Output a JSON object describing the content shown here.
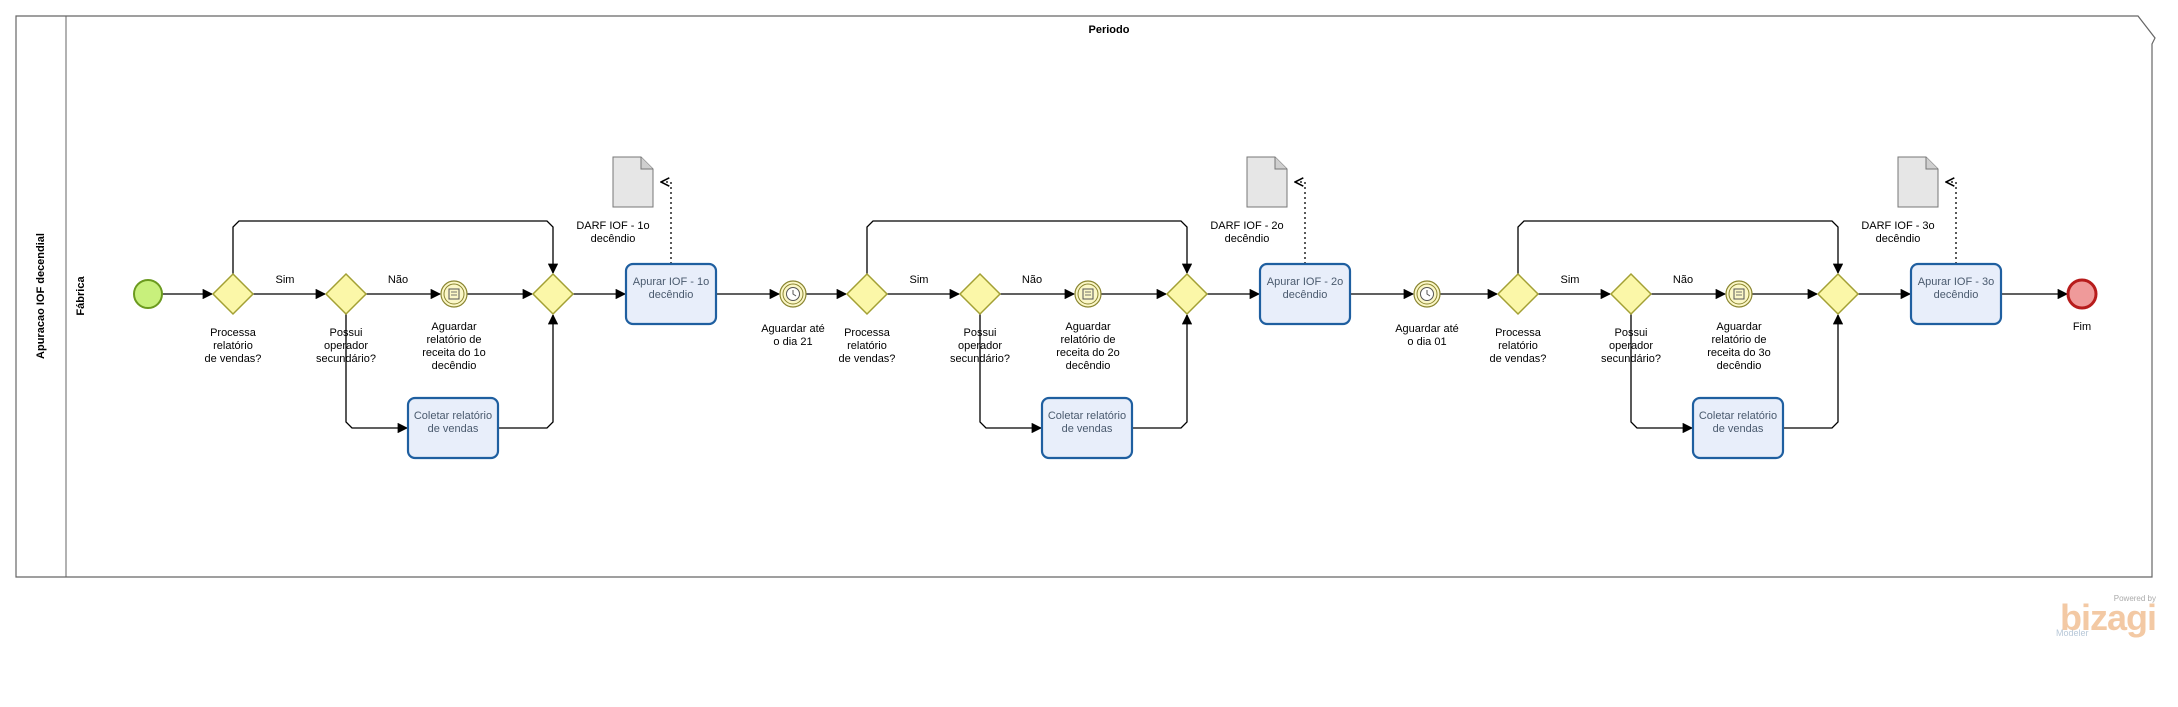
{
  "pool": {
    "name": "Apuracao IOF decendial"
  },
  "lane": {
    "name": "Fábrica"
  },
  "phase": {
    "name": "Periodo"
  },
  "segments": [
    {
      "decision_label": "Processa relatório de vendas?",
      "secondary_label": "Possui operador secundário?",
      "yes_label": "Sim",
      "no_label": "Não",
      "wait_event_label": "Aguardar relatório de receita do 1o decêndio",
      "collect_task_label": "Coletar relatório de vendas",
      "apurar_task_label": "Apurar IOF - 1o decêndio",
      "artifact_label": "DARF IOF - 1o decêndio"
    },
    {
      "decision_label": "Processa relatório de vendas?",
      "secondary_label": "Possui operador secundário?",
      "yes_label": "Sim",
      "no_label": "Não",
      "wait_event_label": "Aguardar relatório de receita do 2o decêndio",
      "collect_task_label": "Coletar relatório de vendas",
      "apurar_task_label": "Apurar IOF - 2o decêndio",
      "artifact_label": "DARF IOF - 2o decêndio"
    },
    {
      "decision_label": "Processa relatório de vendas?",
      "secondary_label": "Possui operador secundário?",
      "yes_label": "Sim",
      "no_label": "Não",
      "wait_event_label": "Aguardar relatório de receita do 3o decêndio",
      "collect_task_label": "Coletar relatório de vendas",
      "apurar_task_label": "Apurar IOF - 3o decêndio",
      "artifact_label": "DARF IOF - 3o decêndio"
    }
  ],
  "timers": [
    {
      "label": "Aguardar até o dia 21"
    },
    {
      "label": "Aguardar até o dia 01"
    }
  ],
  "end_event": {
    "label": "Fim"
  },
  "watermark": {
    "powered": "Powered by",
    "brand": "bizagi",
    "product": "Modeler"
  },
  "colors": {
    "start_fill": "#c8f07c",
    "start_stroke": "#6b9a1f",
    "end_fill": "#ef9a9a",
    "end_stroke": "#b71c1c",
    "gateway_fill": "#fbf7a8",
    "gateway_stroke": "#a3a034",
    "task_fill": "#e8eefa",
    "task_stroke": "#1f5fa0",
    "event_fill": "#fbf7c7",
    "event_stroke": "#8a8530"
  }
}
